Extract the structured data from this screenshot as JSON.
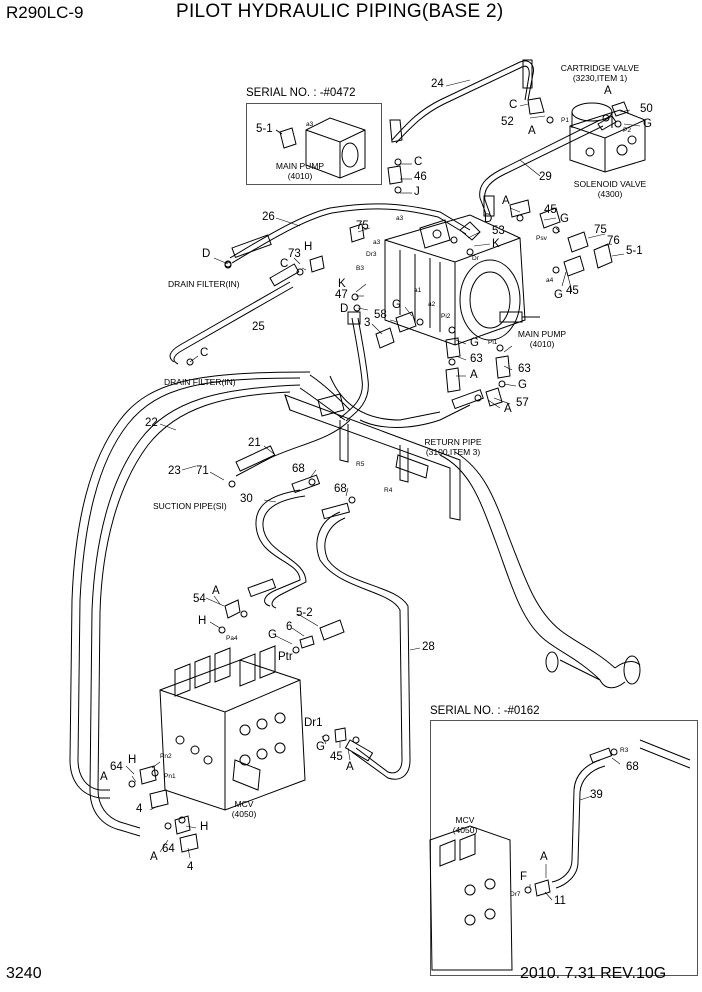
{
  "header": {
    "model": "R290LC-9",
    "title": "PILOT HYDRAULIC PIPING(BASE 2)"
  },
  "footer": {
    "page_number": "3240",
    "revision": "2010. 7.31  REV.10G"
  },
  "serial_box_top": {
    "title": "SERIAL NO. : -#0472",
    "part": "5-1",
    "port": "a3",
    "caption_line1": "MAIN PUMP",
    "caption_line2": "(4010)"
  },
  "serial_box_bottom": {
    "title": "SERIAL NO. : -#0162",
    "caption_line1": "MCV",
    "caption_line2": "(4050)",
    "port_r3": "R3",
    "port_dr7": "Dr7",
    "callouts": [
      "68",
      "39",
      "A",
      "F",
      "11"
    ]
  },
  "captions": {
    "cartridge_valve_1": "CARTRIDGE VALVE",
    "cartridge_valve_2": "(3230,ITEM 1)",
    "solenoid_valve_1": "SOLENOID VALVE",
    "solenoid_valve_2": "(4300)",
    "main_pump_1": "MAIN PUMP",
    "main_pump_2": "(4010)",
    "drain_filter_a": "DRAIN FILTER(IN)",
    "drain_filter_b": "DRAIN FILTER(IN)",
    "return_pipe_1": "RETURN PIPE",
    "return_pipe_2": "(3100,ITEM 3)",
    "suction_pipe": "SUCTION PIPE(SI)",
    "mcv_1": "MCV",
    "mcv_2": "(4050)"
  },
  "port_labels": {
    "p1": "P1",
    "p2": "P2",
    "psv": "Psv",
    "a4": "a4",
    "a3": "a3",
    "a2": "a2",
    "a1": "a1",
    "dr3": "Dr3",
    "b3": "B3",
    "pi2": "Pi2",
    "pi1": "Pi1",
    "r5": "R5",
    "r4": "R4",
    "pa4": "Pa4",
    "ptr": "Ptr",
    "dr1": "Dr1",
    "pn2": "Pn2",
    "pn1": "Pn1",
    "dr_main": "Dr"
  },
  "callouts": {
    "c24": "24",
    "cC1": "C",
    "c52": "52",
    "cA1": "A",
    "cA2": "A",
    "c50": "50",
    "cG1": "G",
    "cC2": "C",
    "c46": "46",
    "cJ": "J",
    "c29": "29",
    "c26": "26",
    "c75a": "75",
    "cD1": "D",
    "c53": "53",
    "cK1": "K",
    "cA3": "A",
    "c45a": "45",
    "cG2": "G",
    "c75b": "75",
    "c76": "76",
    "c51b": "5-1",
    "cG3": "G",
    "c45b": "45",
    "cD2": "D",
    "cH1": "H",
    "c73": "73",
    "cC3": "C",
    "cK2": "K",
    "c47": "47",
    "cD3": "D",
    "c58": "58",
    "cG4": "G",
    "c3": "3",
    "c25": "25",
    "cC4": "C",
    "cG5": "G",
    "c63a": "63",
    "cA4": "A",
    "c63b": "63",
    "cG6": "G",
    "cA5": "A",
    "c57": "57",
    "c22": "22",
    "c21": "21",
    "c23": "23",
    "c71": "71",
    "c68a": "68",
    "c68b": "68",
    "c30": "30",
    "c54": "54",
    "cA6": "A",
    "cH2": "H",
    "c52b": "5-2",
    "c6": "6",
    "cG7": "G",
    "c28": "28",
    "cG8": "G",
    "c45c": "45",
    "cA7": "A",
    "c64a": "64",
    "cH3": "H",
    "cA8": "A",
    "c4a": "4",
    "c4b": "4",
    "cH4": "H",
    "cA9": "A",
    "c64b": "64"
  }
}
